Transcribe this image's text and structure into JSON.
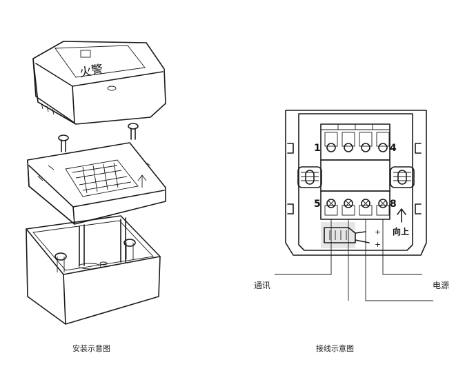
{
  "left_figure": {
    "cover_text": "火警",
    "caption": "安装示意图"
  },
  "right_figure": {
    "terminal_top_left": "1",
    "terminal_top_right": "4",
    "terminal_bottom_left": "5",
    "terminal_bottom_right": "8",
    "direction_label": "向上",
    "label_comm": "通讯",
    "label_power": "电源",
    "caption": "接线示意图"
  },
  "colors": {
    "line": "#1a1a1a",
    "gray_fill": "#e6e6e6"
  }
}
